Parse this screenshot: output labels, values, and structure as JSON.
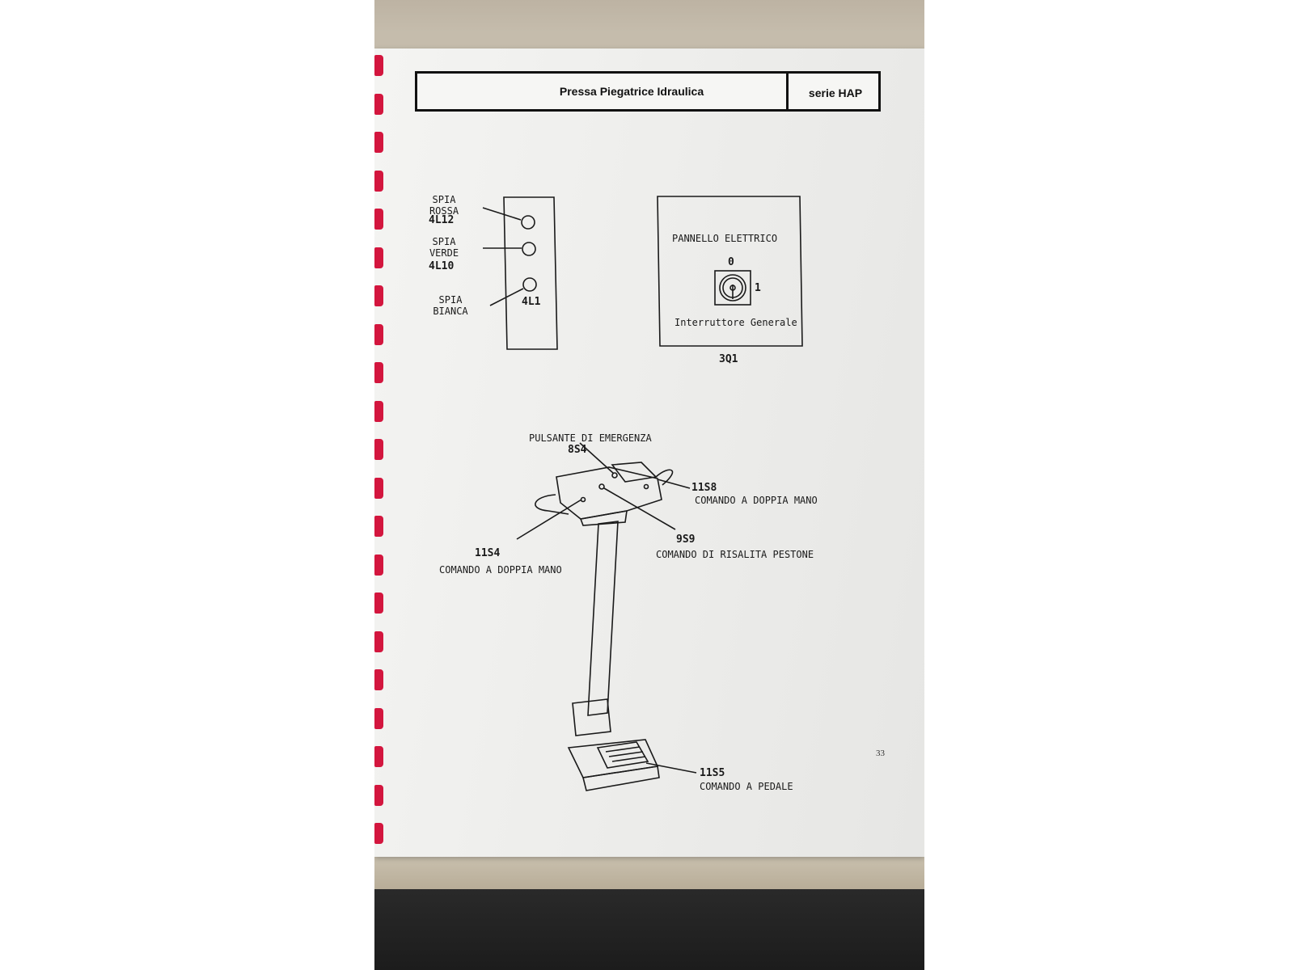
{
  "header": {
    "title": "Pressa Piegatrice Idraulica",
    "series": "serie HAP"
  },
  "indicator_panel": {
    "lights": [
      {
        "line1": "SPIA",
        "line2": "ROSSA",
        "code": "4L12"
      },
      {
        "line1": "SPIA",
        "line2": "VERDE",
        "code": "4L10"
      },
      {
        "line1": "SPIA",
        "line2": "BIANCA",
        "code": "4L1"
      }
    ]
  },
  "electrical_panel": {
    "title": "PANNELLO ELETTRICO",
    "pos_off": "0",
    "pos_on": "1",
    "switch_label": "Interruttore Generale",
    "code": "3Q1"
  },
  "pedestal": {
    "emergency": {
      "label": "PULSANTE DI EMERGENZA",
      "code": "8S4"
    },
    "right_hand": {
      "code": "11S8",
      "label": "COMANDO A DOPPIA MANO"
    },
    "left_hand": {
      "code": "11S4",
      "label": "COMANDO A DOPPIA MANO"
    },
    "ram_return": {
      "code": "9S9",
      "label": "COMANDO DI RISALITA PESTONE"
    },
    "pedal": {
      "code": "11S5",
      "label": "COMANDO A PEDALE"
    }
  },
  "page_number": "33"
}
